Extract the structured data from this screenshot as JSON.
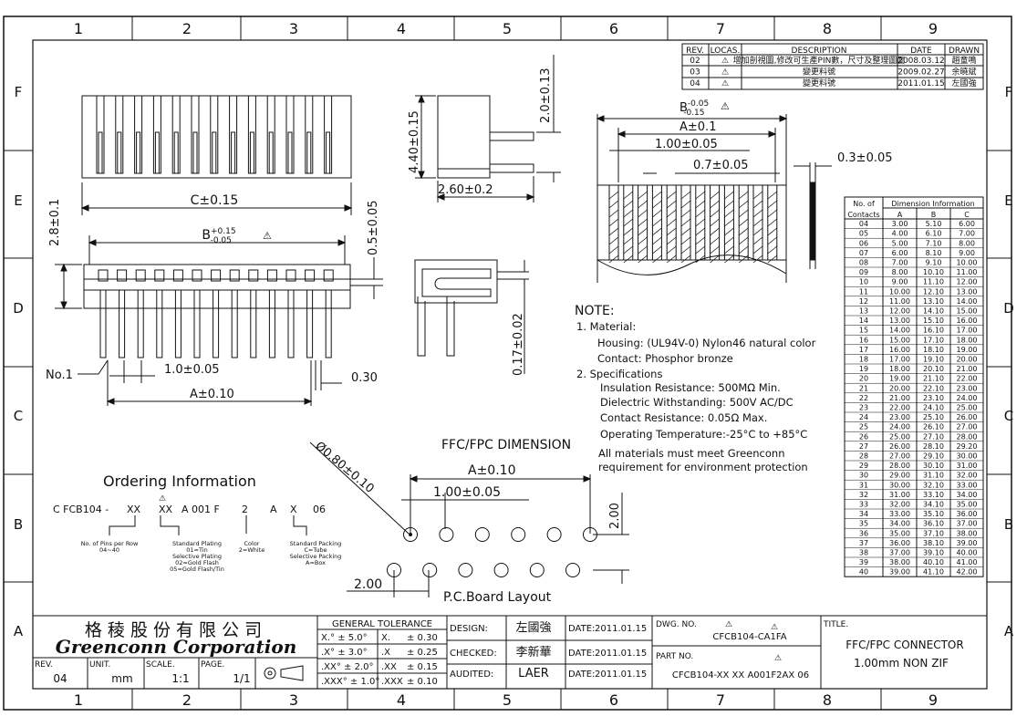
{
  "border": {
    "columns": [
      "1",
      "2",
      "3",
      "4",
      "5",
      "6",
      "7",
      "8",
      "9"
    ],
    "rows": [
      "F",
      "E",
      "D",
      "C",
      "B",
      "A"
    ]
  },
  "revisions": {
    "headers": [
      "REV.",
      "LOCAS.",
      "DESCRIPTION",
      "DATE",
      "DRAWN"
    ],
    "rows": [
      {
        "rev": "02",
        "desc": "增加剖視圖,修改可生產PIN數，尺寸及整理圖面",
        "date": "2008.03.12",
        "drawn": "趙童鳴"
      },
      {
        "rev": "03",
        "desc": "變更料號",
        "date": "2009.02.27",
        "drawn": "余曉斌"
      },
      {
        "rev": "04",
        "desc": "變更料號",
        "date": "2011.01.15",
        "drawn": "左國強"
      }
    ]
  },
  "views": {
    "c_015": "C±0.15",
    "b_015": "B",
    "b_015_sup": "+0.15",
    "b_015_sub": "-0.05",
    "h_28": "2.8±0.1",
    "v_05": "0.5±0.05",
    "p_10": "1.0±0.05",
    "a_010": "A±0.10",
    "w_030": "0.30",
    "no1": "No.1",
    "s_440": "4.40±0.15",
    "s_20": "2.0±0.13",
    "s_260": "2.60±0.2",
    "s_017": "0.17±0.02",
    "f_b": "B",
    "f_b_sup": "-0.05",
    "f_b_sub": "-0.15",
    "f_a": "A±0.1",
    "f_100": "1.00±0.05",
    "f_07": "0.7±0.05",
    "f_03": "0.3±0.05"
  },
  "note": {
    "title": "NOTE:",
    "lines": [
      "1. Material:",
      "Housing: (UL94V-0) Nylon46 natural color",
      "Contact: Phosphor bronze",
      "2. Specifications",
      "Insulation Resistance:   500MΩ  Min.",
      "Dielectric Withstanding:   500V AC/DC",
      "Contact Resistance:   0.05Ω  Max.",
      "Operating Temperature:-25°C  to  +85°C",
      "All materials must meet Greenconn",
      "requirement for environment protection"
    ]
  },
  "pcb": {
    "title": "FFC/FPC DIMENSION",
    "a": "A±0.10",
    "pitch": "1.00±0.05",
    "hole": "Ø0.80±0.10",
    "row_gap": "2.00",
    "offset": "2.00",
    "caption": "P.C.Board Layout"
  },
  "ordering": {
    "title": "Ordering Information",
    "code_parts": [
      "C FCB104 -",
      "XX",
      "XX",
      "A 001 F",
      "2",
      "A",
      "X",
      "06"
    ],
    "notes": [
      [
        "No. of Pins per Row",
        "04~40"
      ],
      [
        "Standard Plating",
        "01=Tin",
        "Selective Plating",
        "02=Gold Flash",
        "05=Gold Flash/Tin"
      ],
      [
        "Color",
        "2=White"
      ],
      [
        "Standard Packing",
        "C=Tube",
        "Selective Packing",
        "A=Box"
      ]
    ]
  },
  "dim_table": {
    "header1": [
      "No. of",
      "Dimension Information"
    ],
    "header2": [
      "Contacts",
      "A",
      "B",
      "C"
    ],
    "rows": [
      [
        "04",
        "3.00",
        "5.10",
        "6.00"
      ],
      [
        "05",
        "4.00",
        "6.10",
        "7.00"
      ],
      [
        "06",
        "5.00",
        "7.10",
        "8.00"
      ],
      [
        "07",
        "6.00",
        "8.10",
        "9.00"
      ],
      [
        "08",
        "7.00",
        "9.10",
        "10.00"
      ],
      [
        "09",
        "8.00",
        "10.10",
        "11.00"
      ],
      [
        "10",
        "9.00",
        "11.10",
        "12.00"
      ],
      [
        "11",
        "10.00",
        "12.10",
        "13.00"
      ],
      [
        "12",
        "11.00",
        "13.10",
        "14.00"
      ],
      [
        "13",
        "12.00",
        "14.10",
        "15.00"
      ],
      [
        "14",
        "13.00",
        "15.10",
        "16.00"
      ],
      [
        "15",
        "14.00",
        "16.10",
        "17.00"
      ],
      [
        "16",
        "15.00",
        "17.10",
        "18.00"
      ],
      [
        "17",
        "16.00",
        "18.10",
        "19.00"
      ],
      [
        "18",
        "17.00",
        "19.10",
        "20.00"
      ],
      [
        "19",
        "18.00",
        "20.10",
        "21.00"
      ],
      [
        "20",
        "19.00",
        "21.10",
        "22.00"
      ],
      [
        "21",
        "20.00",
        "22.10",
        "23.00"
      ],
      [
        "22",
        "21.00",
        "23.10",
        "24.00"
      ],
      [
        "23",
        "22.00",
        "24.10",
        "25.00"
      ],
      [
        "24",
        "23.00",
        "25.10",
        "26.00"
      ],
      [
        "25",
        "24.00",
        "26.10",
        "27.00"
      ],
      [
        "26",
        "25.00",
        "27.10",
        "28.00"
      ],
      [
        "27",
        "26.00",
        "28.10",
        "29.20"
      ],
      [
        "28",
        "27.00",
        "29.10",
        "30.00"
      ],
      [
        "29",
        "28.00",
        "30.10",
        "31.00"
      ],
      [
        "30",
        "29.00",
        "31.10",
        "32.00"
      ],
      [
        "31",
        "30.00",
        "32.10",
        "33.00"
      ],
      [
        "32",
        "31.00",
        "33.10",
        "34.00"
      ],
      [
        "33",
        "32.00",
        "34.10",
        "35.00"
      ],
      [
        "34",
        "33.00",
        "35.10",
        "36.00"
      ],
      [
        "35",
        "34.00",
        "36.10",
        "37.00"
      ],
      [
        "36",
        "35.00",
        "37.10",
        "38.00"
      ],
      [
        "37",
        "36.00",
        "38.10",
        "39.00"
      ],
      [
        "38",
        "37.00",
        "39.10",
        "40.00"
      ],
      [
        "39",
        "38.00",
        "40.10",
        "41.00"
      ],
      [
        "40",
        "39.00",
        "41.10",
        "42.00"
      ]
    ]
  },
  "title_block": {
    "company_cn": "格 稜 股 份 有 限 公 司",
    "company_en": "Greenconn Corporation",
    "rev_label": "REV.",
    "rev": "04",
    "unit_label": "UNIT.",
    "unit": "mm",
    "scale_label": "SCALE.",
    "scale": "1:1",
    "page_label": "PAGE.",
    "page": "1/1",
    "tol_title": "GENERAL  TOLERANCE",
    "tol": [
      [
        "X.° ± 5.0°",
        "X.",
        "± 0.30"
      ],
      [
        ".X° ± 3.0°",
        ".X",
        "± 0.25"
      ],
      [
        ".XX° ± 2.0°",
        ".XX",
        "± 0.15"
      ],
      [
        ".XXX° ± 1.0°",
        ".XXX",
        "± 0.10"
      ]
    ],
    "design_label": "DESIGN:",
    "design": "左國強",
    "checked_label": "CHECKED:",
    "checked": "李新華",
    "audited_label": "AUDITED:",
    "audited": "LAER",
    "date_label": "DATE:",
    "date": "2011.01.15",
    "dwg_label": "DWG. NO.",
    "dwg": "CFCB104-CA1FA",
    "part_label": "PART NO.",
    "part": "CFCB104-XX XX A001F2AX 06",
    "title_label": "TITLE.",
    "title1": "FFC/FPC CONNECTOR",
    "title2": "1.00mm NON ZIF"
  }
}
